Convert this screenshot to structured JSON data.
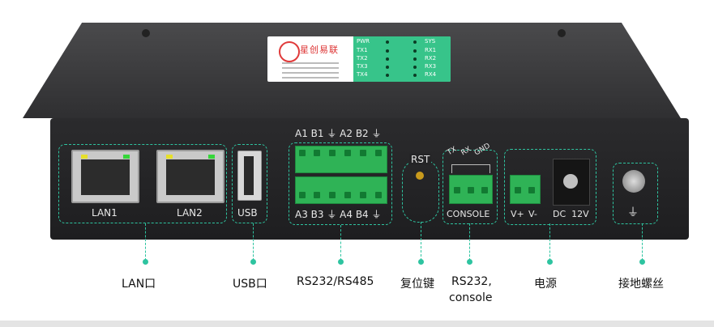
{
  "sticker": {
    "brand": "星创易联",
    "led_left": [
      "PWR",
      "TX1",
      "TX2",
      "TX3",
      "TX4"
    ],
    "led_right": [
      "SYS",
      "RX1",
      "RX2",
      "RX3",
      "RX4"
    ]
  },
  "ports": {
    "lan1": "LAN1",
    "lan2": "LAN2",
    "usb": "USB",
    "terminal_top": "A1 B1 ⏚ A2 B2 ⏚",
    "terminal_bottom": "A3 B3 ⏚ A4 B4 ⏚",
    "rst": "RST",
    "console_pins": [
      "TX",
      "RX",
      "GND"
    ],
    "console": "CONSOLE",
    "vplus": "V+",
    "vminus": "V-",
    "dc": "DC  12V",
    "ground_symbol": "⏚"
  },
  "annotations": {
    "lan": "LAN口",
    "usb": "USB口",
    "serial": "RS232/RS485",
    "reset": "复位键",
    "console_line1": "RS232,",
    "console_line2": "console",
    "power": "电源",
    "ground": "接地螺丝"
  },
  "colors": {
    "accent": "#2ec4a0",
    "terminal_green": "#2fb356",
    "device_body": "#2b2b2d"
  }
}
